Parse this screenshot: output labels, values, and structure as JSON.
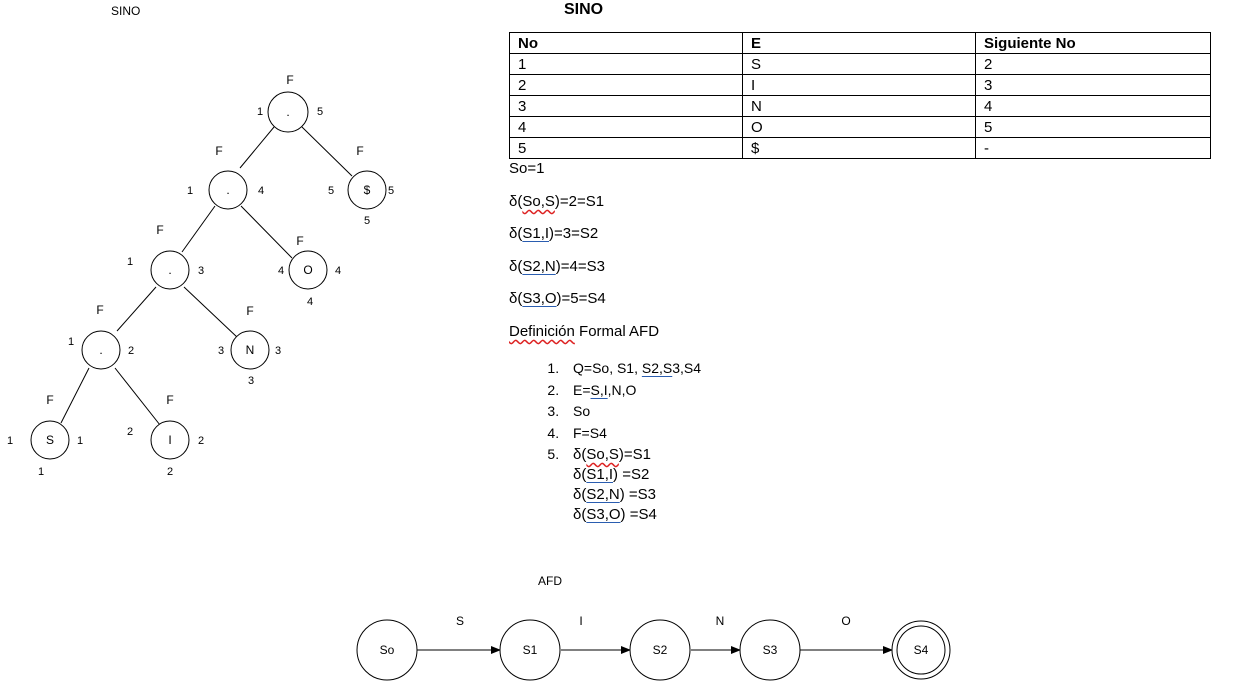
{
  "tree_heading": "SINO",
  "table_heading": "SINO",
  "table": {
    "headers": [
      "No",
      "E",
      "Siguiente No"
    ],
    "rows": [
      [
        "1",
        "S",
        "2"
      ],
      [
        "2",
        "I",
        "3"
      ],
      [
        "3",
        "N",
        "4"
      ],
      [
        "4",
        "O",
        "5"
      ],
      [
        "5",
        "$",
        "-"
      ]
    ]
  },
  "start_state": "So=1",
  "transitions": [
    {
      "pre": "δ(",
      "arg": "So,S",
      "post": ")=2=S1"
    },
    {
      "pre": "δ(",
      "arg": "S1,I",
      "post": ")=3=S2"
    },
    {
      "pre": "δ(",
      "arg": "S2,N",
      "post": ")=4=S3"
    },
    {
      "pre": "δ(",
      "arg": "S3,O",
      "post": ")=5=S4"
    }
  ],
  "formal": {
    "heading_a": "Definición",
    "heading_b": " Formal AFD",
    "items": {
      "q_a": "Q=So, S1, ",
      "q_b": "S2,S",
      "q_c": "3,S4",
      "e_a": "E=",
      "e_b": "S,I",
      "e_c": ",N,O",
      "start": "So",
      "final": "F=S4"
    },
    "delta": [
      {
        "pre": "δ(",
        "arg": "So,S",
        "post": ")=S1"
      },
      {
        "pre": "δ(",
        "arg": "S1,I",
        "post": ") =S2"
      },
      {
        "pre": "δ(",
        "arg": "S2,N",
        "post": ") =S3"
      },
      {
        "pre": "δ(",
        "arg": "S3,O",
        "post": ") =S4"
      }
    ]
  },
  "tree": {
    "nodes": [
      {
        "id": "n-root",
        "label": ".",
        "top": "F",
        "left": "1",
        "right": "5"
      },
      {
        "id": "n-cat2",
        "label": ".",
        "top": "F",
        "left": "1",
        "right": "4"
      },
      {
        "id": "n-dollar",
        "label": "$",
        "top": "F",
        "left": "5",
        "right": "5",
        "bottom": "5"
      },
      {
        "id": "n-cat3",
        "label": ".",
        "top": "F",
        "left": "1",
        "right": "3"
      },
      {
        "id": "n-o",
        "label": "O",
        "top": "F",
        "left": "4",
        "right": "4",
        "bottom": "4"
      },
      {
        "id": "n-cat4",
        "label": ".",
        "top": "F",
        "left": "1",
        "right": "2"
      },
      {
        "id": "n-n",
        "label": "N",
        "top": "F",
        "left": "3",
        "right": "3",
        "bottom": "3"
      },
      {
        "id": "n-s",
        "label": "S",
        "top": "F",
        "left": "1",
        "right": "1",
        "bottom": "1"
      },
      {
        "id": "n-i",
        "label": "I",
        "top": "F",
        "left": "2",
        "right": "2",
        "bottom": "2"
      }
    ]
  },
  "afd": {
    "title": "AFD",
    "states": [
      "So",
      "S1",
      "S2",
      "S3",
      "S4"
    ],
    "final_state": "S4",
    "transitions": [
      {
        "from": "So",
        "to": "S1",
        "symbol": "S"
      },
      {
        "from": "S1",
        "to": "S2",
        "symbol": "I"
      },
      {
        "from": "S2",
        "to": "S3",
        "symbol": "N"
      },
      {
        "from": "S3",
        "to": "S4",
        "symbol": "O"
      }
    ]
  }
}
